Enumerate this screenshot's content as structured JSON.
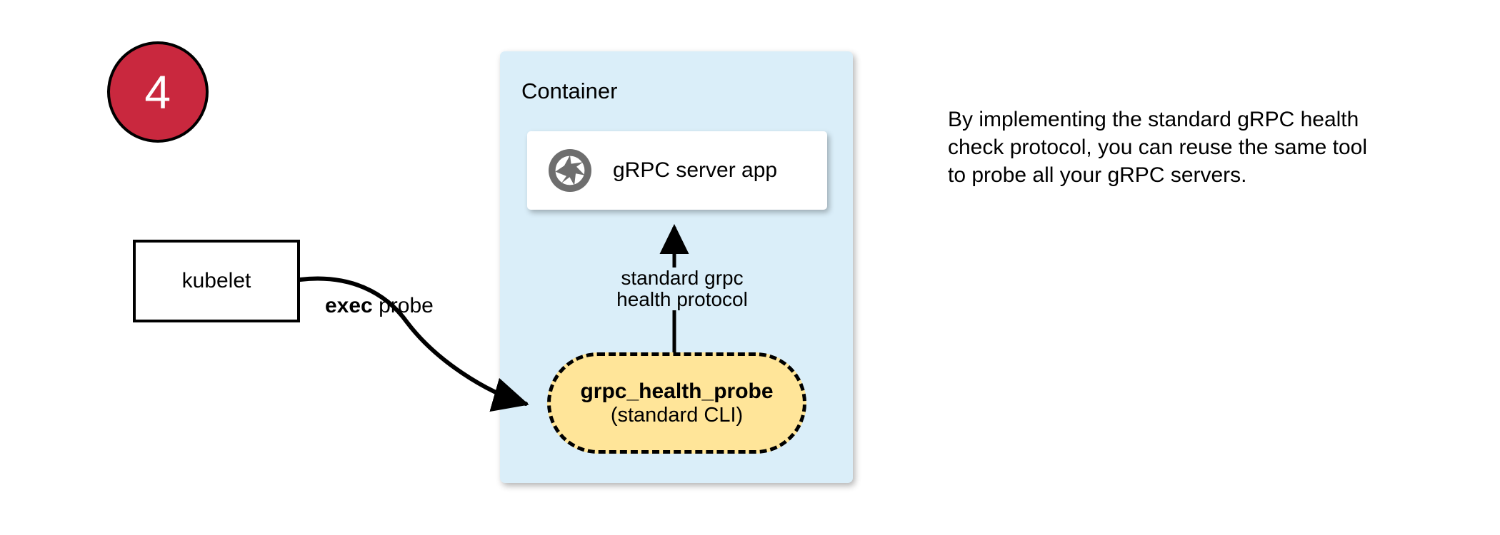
{
  "step": {
    "number": "4"
  },
  "kubelet": {
    "label": "kubelet"
  },
  "edges": {
    "exec_probe": {
      "bold_text": "exec",
      "rest_text": " probe"
    },
    "health_protocol": {
      "line1": "standard grpc",
      "line2": "health protocol"
    }
  },
  "container": {
    "title": "Container",
    "server_card": {
      "icon": "grpc-aperture-icon",
      "label": "gRPC server app"
    },
    "probe": {
      "title": "grpc_health_probe",
      "subtitle": "(standard CLI)"
    }
  },
  "note": {
    "text": "By implementing the standard gRPC health check protocol, you can reuse the same tool to probe all your gRPC servers."
  },
  "colors": {
    "badge_red": "#c9283e",
    "container_blue": "#daeef9",
    "probe_yellow": "#ffe599",
    "icon_gray": "#6e6e6e",
    "stroke_black": "#000000",
    "card_white": "#ffffff"
  }
}
